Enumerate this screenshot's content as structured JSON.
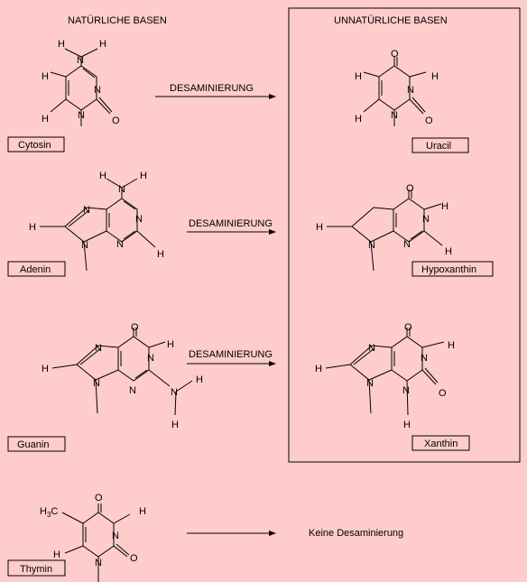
{
  "headers": {
    "natural": "NATÜRLICHE BASEN",
    "unnatural": "UNNATÜRLICHE BASEN"
  },
  "arrows": {
    "cytosin": "DESAMINIERUNG",
    "adenin": "DESAMINIERUNG",
    "guanin": "DESAMINIERUNG"
  },
  "no_deamination": "Keine Desaminierung",
  "names": {
    "cytosin": "Cytosin",
    "adenin": "Adenin",
    "guanin": "Guanin",
    "thymin": "Thymin",
    "uracil": "Uracil",
    "hypoxanthin": "Hypoxanthin",
    "xanthin": "Xanthin"
  },
  "atoms": {
    "H": "H",
    "N": "N",
    "O": "O",
    "H3C": "H3C"
  }
}
